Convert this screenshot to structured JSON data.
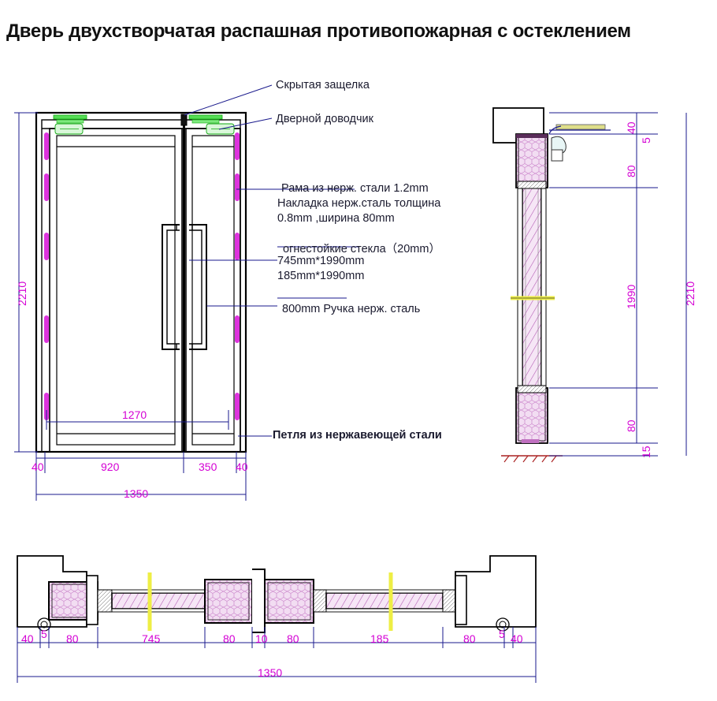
{
  "drawing": {
    "title": "Дверь двухстворчатая распашная противопожарная с остеклением",
    "units": "mm"
  },
  "callouts": {
    "hidden_latch": "Скрытая защелка",
    "door_closer": "Дверной доводчик",
    "frame_line1": "Рама из нерж. стали 1.2mm",
    "frame_line2": "Накладка нерж.сталь толщина",
    "frame_line3": "0.8mm ,ширина 80mm",
    "glass_line1": "огнестойкие стекла（20mm）",
    "glass_line2": "745mm*1990mm",
    "glass_line3": "185mm*1990mm",
    "handle": "800mm Ручка нерж. сталь",
    "hinge": "Петля из нержавеющей стали"
  },
  "elevation": {
    "height_total": "2210",
    "leaf_clear": "1270",
    "jamb_left": "40",
    "leaf_main": "920",
    "leaf_small": "350",
    "jamb_right": "40",
    "width_total": "1350"
  },
  "section": {
    "head_depth": "40",
    "head_gap": "5",
    "head_frame": "80",
    "glass_height": "1990",
    "sill_frame": "80",
    "sill_gap": "15",
    "height_total": "2210"
  },
  "plan": {
    "dims": [
      "40",
      "5",
      "80",
      "745",
      "80",
      "10",
      "80",
      "185",
      "80",
      "5",
      "40"
    ],
    "width_total": "1350"
  },
  "colors": {
    "dimension": "#d400d4",
    "leader": "#1a1a8c",
    "outline": "#000000",
    "core_hatch": "#e8c8e8",
    "closer": "#22bb22",
    "hinge": "#cc00cc",
    "centerline": "#eeee55",
    "ground": "#bb2222"
  }
}
